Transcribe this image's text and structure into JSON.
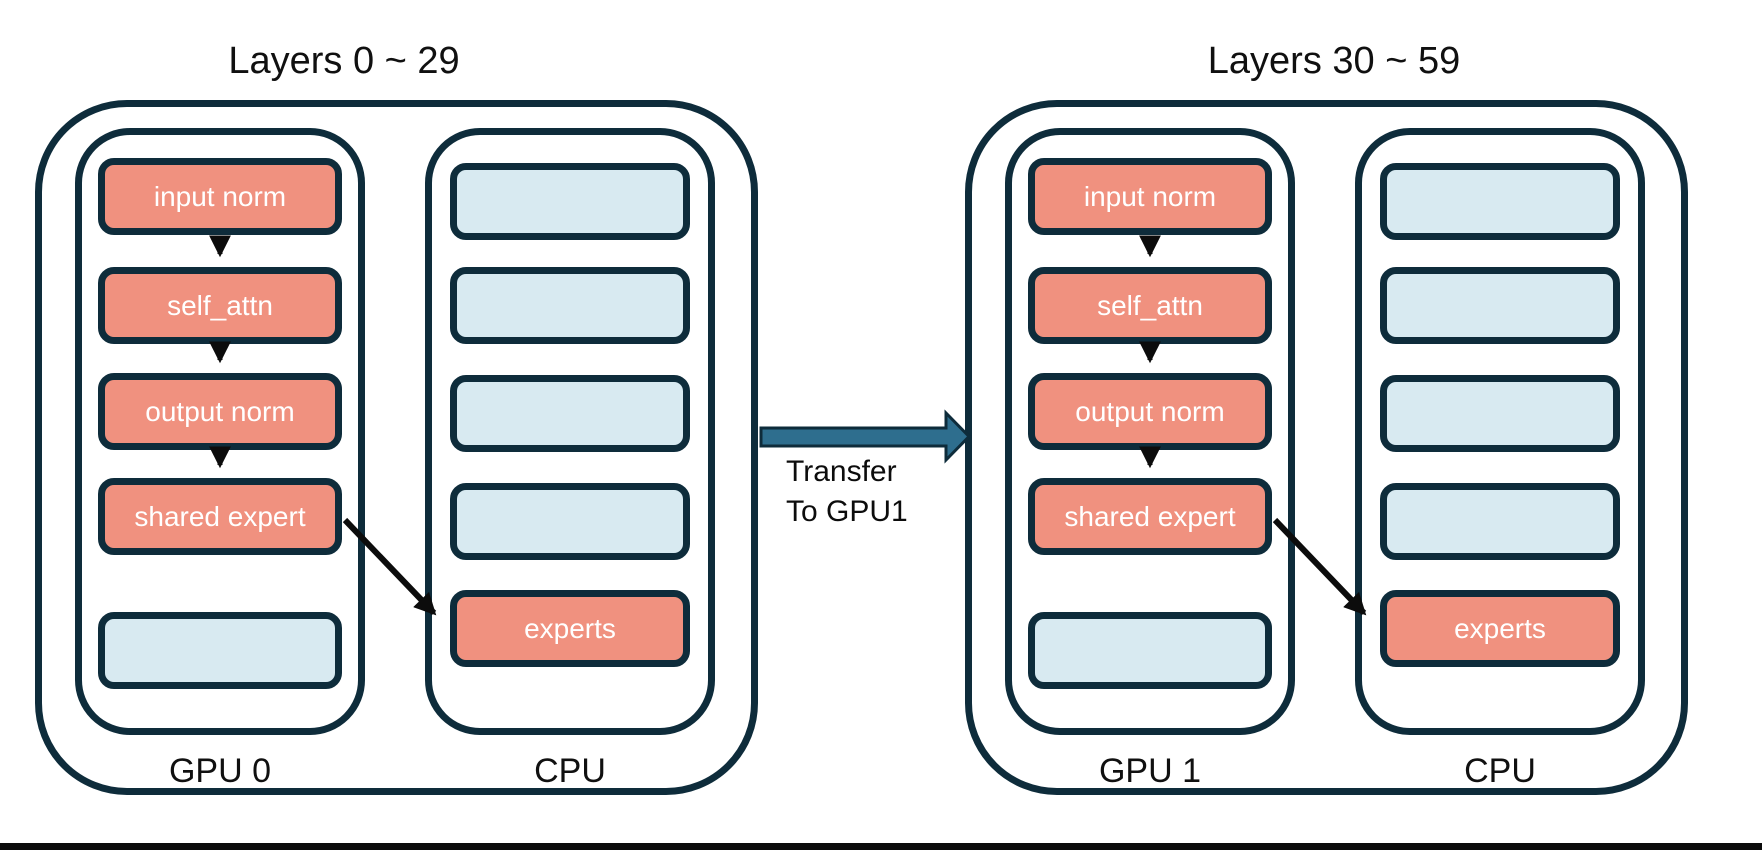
{
  "groups": [
    {
      "title": "Layers 0 ~ 29",
      "gpu_label": "GPU 0",
      "cpu_label": "CPU",
      "gpu_boxes": [
        "input norm",
        "self_attn",
        "output norm",
        "shared expert",
        ""
      ],
      "cpu_boxes": [
        "",
        "",
        "",
        "",
        "experts"
      ]
    },
    {
      "title": "Layers 30 ~ 59",
      "gpu_label": "GPU 1",
      "cpu_label": "CPU",
      "gpu_boxes": [
        "input norm",
        "self_attn",
        "output norm",
        "shared expert",
        ""
      ],
      "cpu_boxes": [
        "",
        "",
        "",
        "",
        "experts"
      ]
    }
  ],
  "transfer": {
    "line1": "Transfer",
    "line2": "To GPU1"
  },
  "colors": {
    "module_fill": "#f0917f",
    "empty_fill": "#d8eaf1",
    "outline": "#0e2c3b",
    "transfer_arrow": "#2e6e8e",
    "flow_arrow": "#0c0c0c",
    "text_on_module": "#ffffff",
    "text": "#101010"
  }
}
